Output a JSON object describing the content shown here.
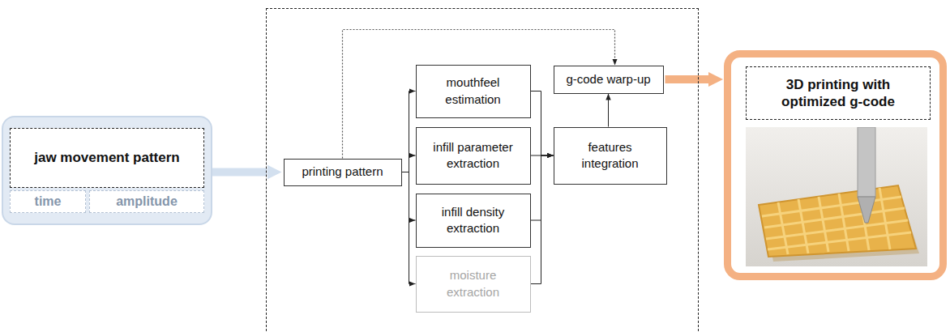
{
  "diagram": {
    "nodes": [
      {},
      {
        "text": [
          "jaw movement pattern"
        ],
        "in": 0
      },
      {
        "text": [
          "time"
        ],
        "in": 0
      },
      {
        "text": [
          "amplitude"
        ],
        "in": 0
      },
      {},
      {
        "text": [
          "printing pattern"
        ],
        "in": 4
      },
      {
        "text": [
          "mouthfeel estimation"
        ],
        "in": 4
      },
      {
        "text": [
          "infill parameter extraction"
        ],
        "in": 4
      },
      {
        "text": [
          "infill density extraction"
        ],
        "in": 4
      },
      {
        "text": [
          "moisture extraction"
        ],
        "in": 4
      },
      {
        "text": [
          "features integration"
        ],
        "in": 4
      },
      {
        "text": [
          "g-code warp-up"
        ],
        "in": 4
      },
      {},
      {
        "text": [
          "3D printing with optimized g-code"
        ],
        "in": 12
      }
    ],
    "edges": [
      {
        "from": 0,
        "to": 5,
        "arrow": "to"
      },
      {
        "from": 5,
        "to": 6,
        "arrow": "to"
      },
      {
        "from": 5,
        "to": 7,
        "arrow": "to"
      },
      {
        "from": 5,
        "to": 8,
        "arrow": "to"
      },
      {
        "from": 5,
        "to": 9,
        "arrow": "to"
      },
      {
        "from": 6,
        "to": 10,
        "arrow": "to"
      },
      {
        "from": 7,
        "to": 10,
        "arrow": "to"
      },
      {
        "from": 8,
        "to": 10,
        "arrow": "to"
      },
      {
        "from": 9,
        "to": 10,
        "arrow": "to"
      },
      {
        "from": 10,
        "to": 11,
        "arrow": "to"
      },
      {
        "from": 5,
        "to": 11,
        "arrow": "to"
      },
      {
        "from": 11,
        "to": 12,
        "arrow": "to"
      }
    ]
  }
}
